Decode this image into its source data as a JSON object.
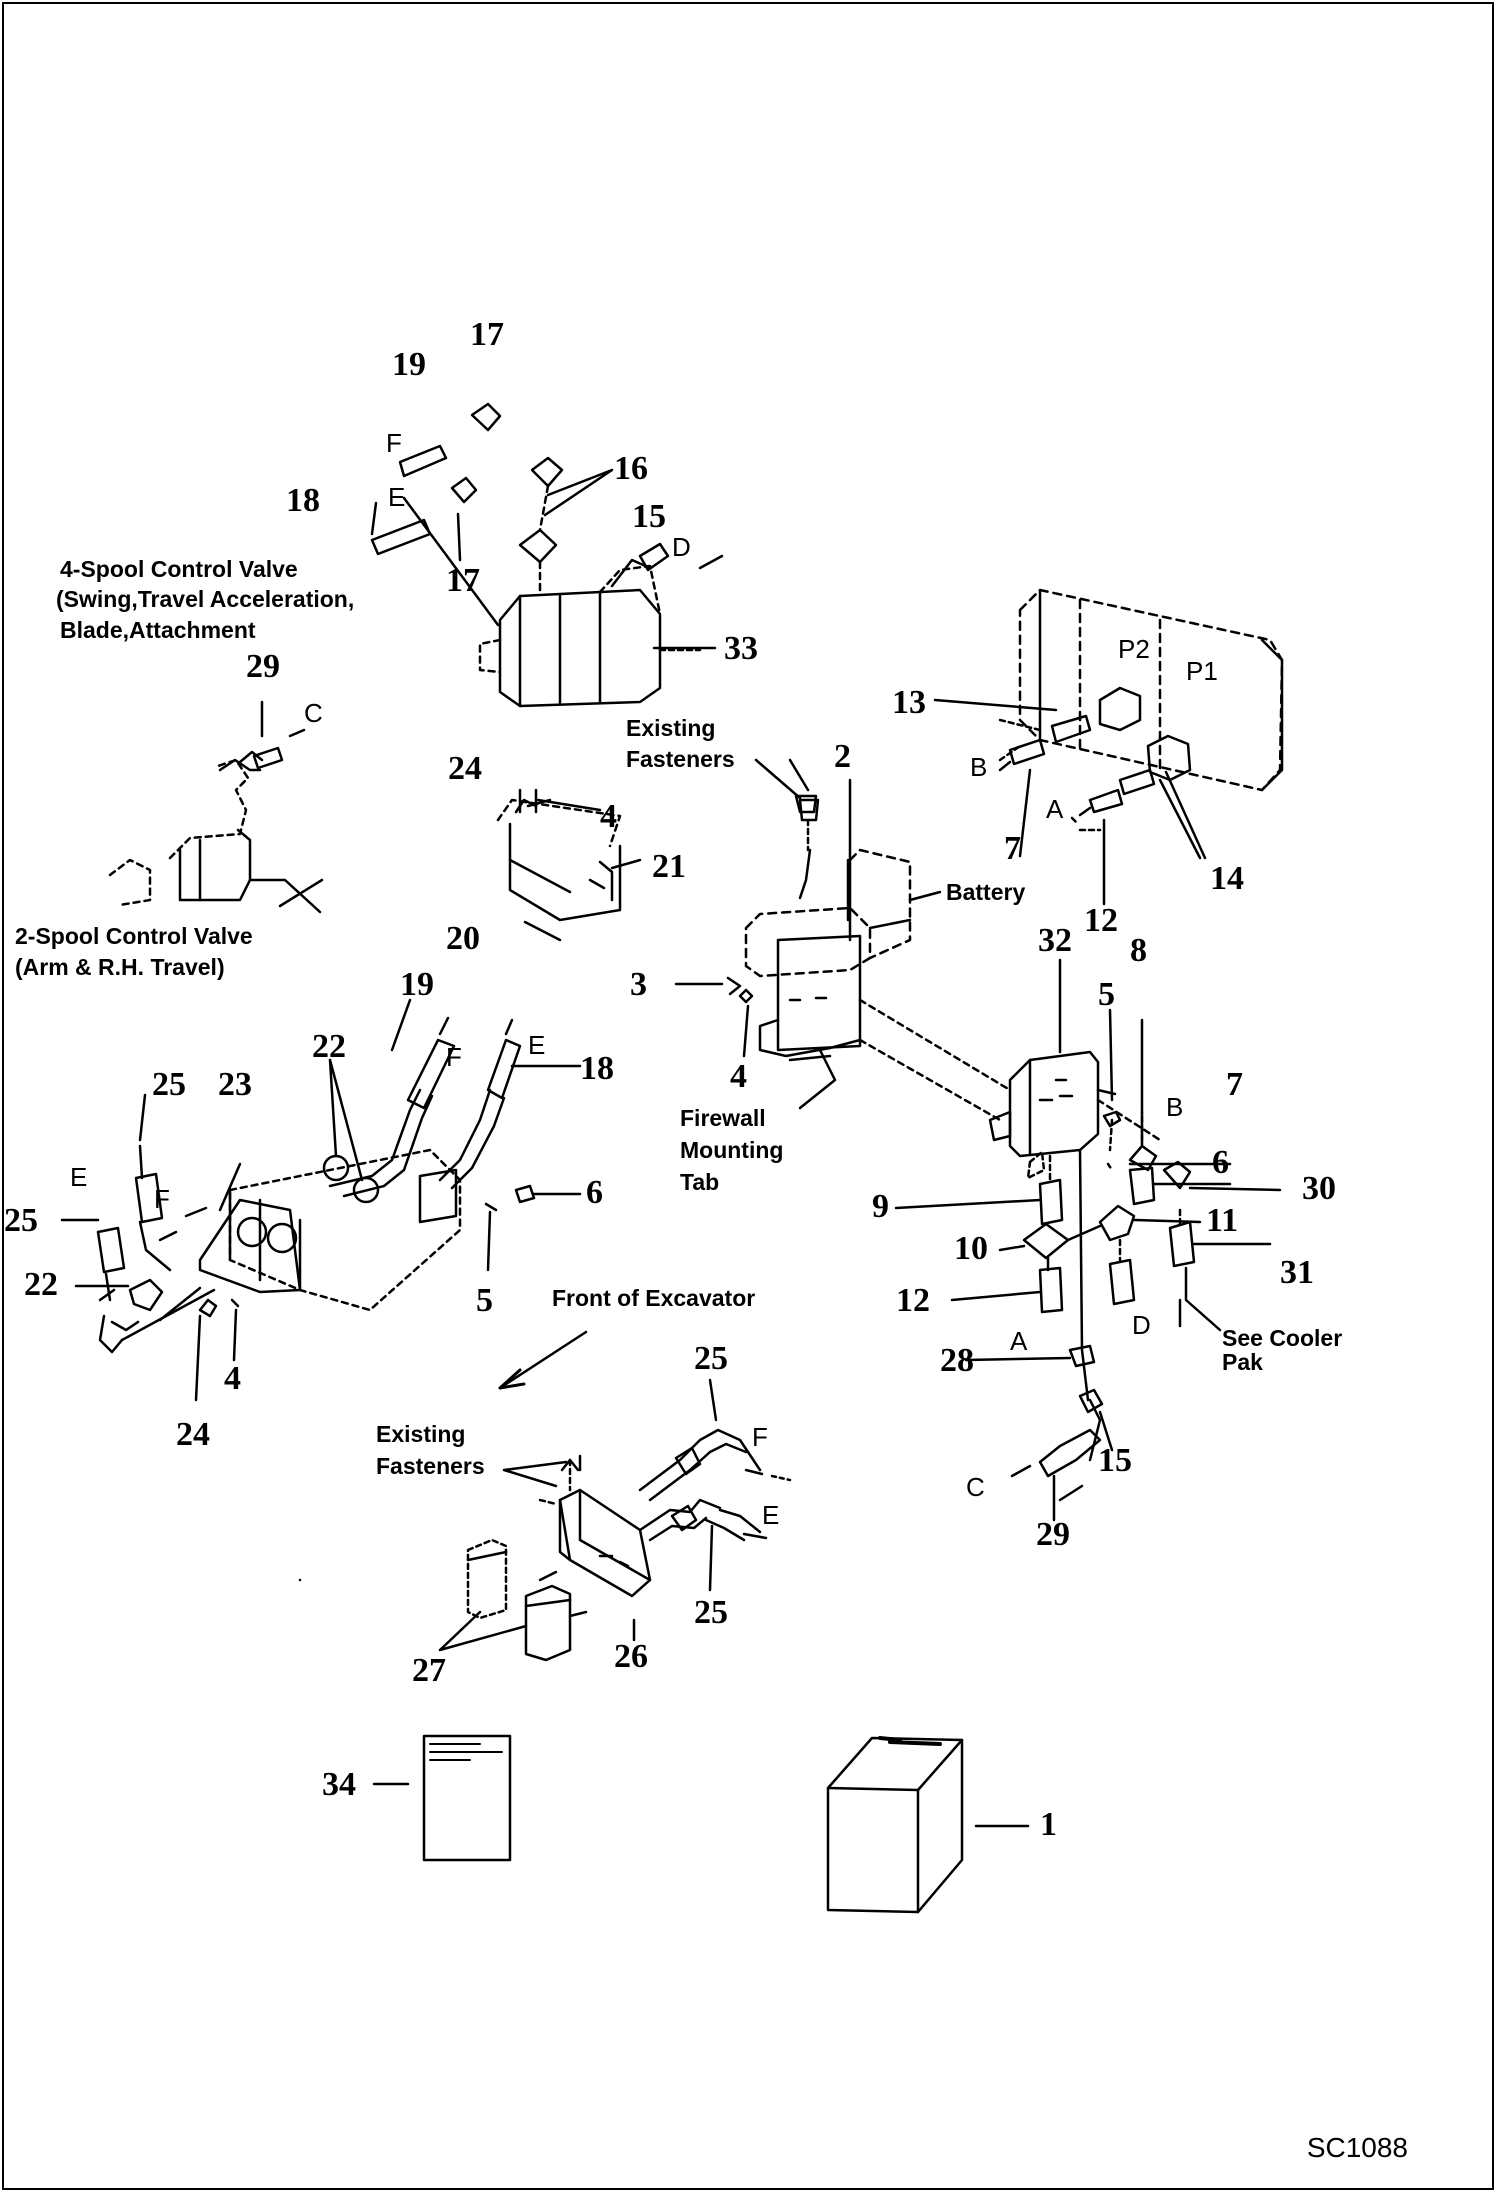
{
  "drawing_code": "SC1088",
  "notes": {
    "four_spool_l1": "4-Spool Control Valve",
    "four_spool_l2": "(Swing,Travel Acceleration,",
    "four_spool_l3": "Blade,Attachment",
    "two_spool_l1": "2-Spool Control Valve",
    "two_spool_l2": "(Arm & R.H. Travel)",
    "existing_fasteners_top_l1": "Existing",
    "existing_fasteners_top_l2": "Fasteners",
    "battery": "Battery",
    "firewall_l1": "Firewall",
    "firewall_l2": "Mounting",
    "firewall_l3": "Tab",
    "front_of_excavator": "Front of Excavator",
    "see_cooler_l1": "See Cooler",
    "see_cooler_l2": "Pak",
    "existing_fasteners_bottom_l1": "Existing",
    "existing_fasteners_bottom_l2": "Fasteners"
  },
  "ports": {
    "p1": "P1",
    "p2": "P2"
  },
  "callouts": [
    "17",
    "19",
    "16",
    "18",
    "17",
    "15",
    "33",
    "29",
    "13",
    "2",
    "24",
    "4",
    "21",
    "20",
    "7",
    "12",
    "14",
    "32",
    "8",
    "3",
    "4",
    "5",
    "7",
    "19",
    "22",
    "18",
    "25",
    "23",
    "6",
    "6",
    "30",
    "9",
    "11",
    "10",
    "31",
    "25",
    "22",
    "5",
    "12",
    "28",
    "15",
    "24",
    "4",
    "25",
    "29",
    "27",
    "26",
    "25",
    "34",
    "1"
  ],
  "hose_ends": {
    "f_top": "F",
    "e_top": "E",
    "d_top": "D",
    "c_top": "C",
    "b_left": "B",
    "a_left": "A",
    "f_mid": "F",
    "e_mid": "E",
    "e_left": "E",
    "f_left": "F",
    "b_right": "B",
    "a_right": "A",
    "d_right": "D",
    "c_right": "C",
    "f_bottom": "F",
    "e_bottom": "E"
  }
}
